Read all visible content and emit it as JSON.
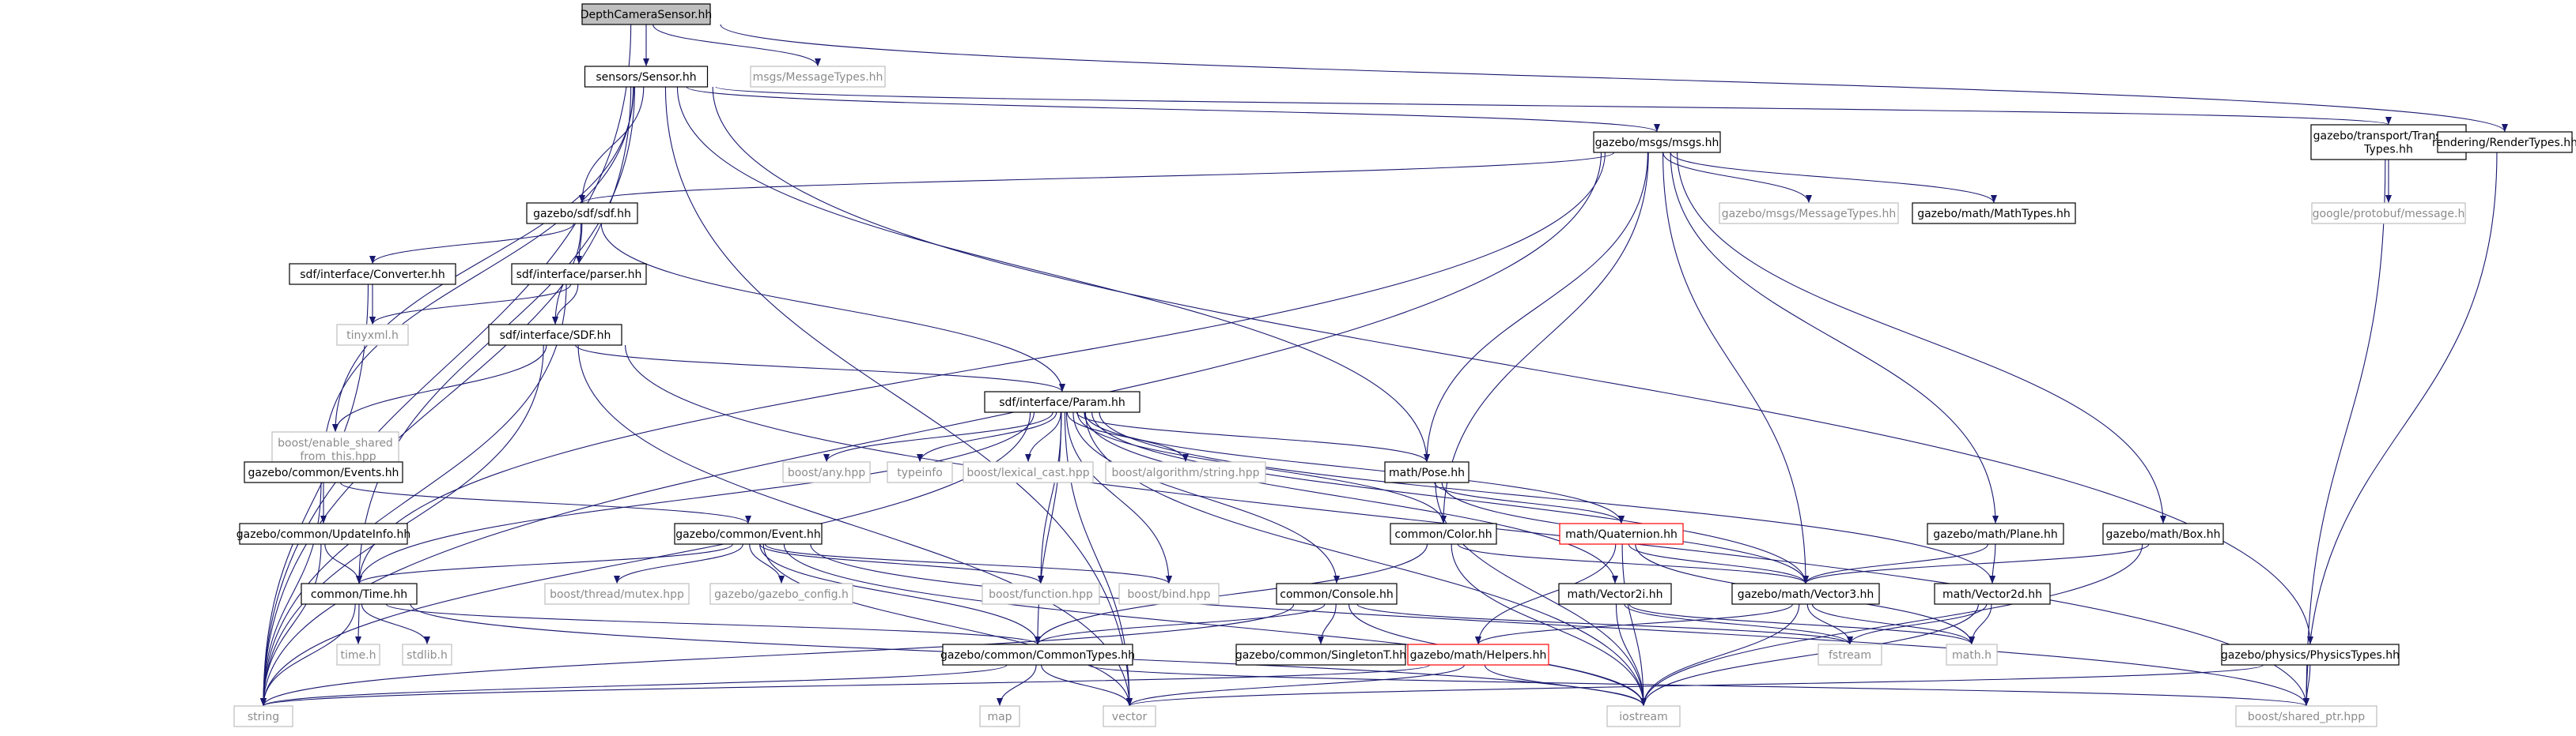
{
  "graph": {
    "edge_color": "#191970",
    "node_border_known": "#000000",
    "node_border_unknown": "#bfbfbf",
    "node_border_truncated": "#ff0000",
    "root_fill": "#bfbfbf",
    "text_color_known": "#000000",
    "text_color_unknown": "#8c8c8c",
    "nodes": [
      {
        "id": "depthcam",
        "label": "DepthCameraSensor.hh",
        "kind": "root"
      },
      {
        "id": "sensor",
        "label": "sensors/Sensor.hh",
        "kind": "known"
      },
      {
        "id": "msgtypes1",
        "label": "msgs/MessageTypes.hh",
        "kind": "unknown"
      },
      {
        "id": "msgs",
        "label": "gazebo/msgs/msgs.hh",
        "kind": "known"
      },
      {
        "id": "transport",
        "label": "gazebo/transport/Transport\nTypes.hh",
        "kind": "known"
      },
      {
        "id": "render",
        "label": "rendering/RenderTypes.hh",
        "kind": "known"
      },
      {
        "id": "sdf",
        "label": "gazebo/sdf/sdf.hh",
        "kind": "known"
      },
      {
        "id": "msgtypes2",
        "label": "gazebo/msgs/MessageTypes.hh",
        "kind": "unknown"
      },
      {
        "id": "mathtypes",
        "label": "gazebo/math/MathTypes.hh",
        "kind": "known"
      },
      {
        "id": "protobuf",
        "label": "google/protobuf/message.h",
        "kind": "unknown"
      },
      {
        "id": "converter",
        "label": "sdf/interface/Converter.hh",
        "kind": "known"
      },
      {
        "id": "parser",
        "label": "sdf/interface/parser.hh",
        "kind": "known"
      },
      {
        "id": "tinyxml",
        "label": "tinyxml.h",
        "kind": "unknown"
      },
      {
        "id": "sdfhh",
        "label": "sdf/interface/SDF.hh",
        "kind": "known"
      },
      {
        "id": "enableshared",
        "label": "boost/enable_shared\n_from_this.hpp",
        "kind": "unknown"
      },
      {
        "id": "param",
        "label": "sdf/interface/Param.hh",
        "kind": "known"
      },
      {
        "id": "events",
        "label": "gazebo/common/Events.hh",
        "kind": "known"
      },
      {
        "id": "anyhpp",
        "label": "boost/any.hpp",
        "kind": "unknown"
      },
      {
        "id": "typeinfo",
        "label": "typeinfo",
        "kind": "unknown"
      },
      {
        "id": "lexical",
        "label": "boost/lexical_cast.hpp",
        "kind": "unknown"
      },
      {
        "id": "algstring",
        "label": "boost/algorithm/string.hpp",
        "kind": "unknown"
      },
      {
        "id": "pose",
        "label": "math/Pose.hh",
        "kind": "known"
      },
      {
        "id": "updateinfo",
        "label": "gazebo/common/UpdateInfo.hh",
        "kind": "known"
      },
      {
        "id": "event",
        "label": "gazebo/common/Event.hh",
        "kind": "known"
      },
      {
        "id": "color",
        "label": "common/Color.hh",
        "kind": "known"
      },
      {
        "id": "quat",
        "label": "math/Quaternion.hh",
        "kind": "truncated"
      },
      {
        "id": "plane",
        "label": "gazebo/math/Plane.hh",
        "kind": "known"
      },
      {
        "id": "box",
        "label": "gazebo/math/Box.hh",
        "kind": "known"
      },
      {
        "id": "time",
        "label": "common/Time.hh",
        "kind": "known"
      },
      {
        "id": "mutex",
        "label": "boost/thread/mutex.hpp",
        "kind": "unknown"
      },
      {
        "id": "gzconfig",
        "label": "gazebo/gazebo_config.h",
        "kind": "unknown"
      },
      {
        "id": "function",
        "label": "boost/function.hpp",
        "kind": "unknown"
      },
      {
        "id": "bind",
        "label": "boost/bind.hpp",
        "kind": "unknown"
      },
      {
        "id": "console",
        "label": "common/Console.hh",
        "kind": "known"
      },
      {
        "id": "vector2i",
        "label": "math/Vector2i.hh",
        "kind": "known"
      },
      {
        "id": "vector3",
        "label": "gazebo/math/Vector3.hh",
        "kind": "known"
      },
      {
        "id": "vector2d",
        "label": "math/Vector2d.hh",
        "kind": "known"
      },
      {
        "id": "timeh",
        "label": "time.h",
        "kind": "unknown"
      },
      {
        "id": "stdlib",
        "label": "stdlib.h",
        "kind": "unknown"
      },
      {
        "id": "commontypes",
        "label": "gazebo/common/CommonTypes.hh",
        "kind": "known"
      },
      {
        "id": "singleton",
        "label": "gazebo/common/SingletonT.hh",
        "kind": "known"
      },
      {
        "id": "helpers",
        "label": "gazebo/math/Helpers.hh",
        "kind": "truncated"
      },
      {
        "id": "fstream",
        "label": "fstream",
        "kind": "unknown"
      },
      {
        "id": "mathh",
        "label": "math.h",
        "kind": "unknown"
      },
      {
        "id": "physics",
        "label": "gazebo/physics/PhysicsTypes.hh",
        "kind": "known"
      },
      {
        "id": "string",
        "label": "string",
        "kind": "unknown"
      },
      {
        "id": "map",
        "label": "map",
        "kind": "unknown"
      },
      {
        "id": "vector",
        "label": "vector",
        "kind": "unknown"
      },
      {
        "id": "iostream",
        "label": "iostream",
        "kind": "unknown"
      },
      {
        "id": "sharedptr",
        "label": "boost/shared_ptr.hpp",
        "kind": "unknown"
      }
    ],
    "edges": [
      [
        "depthcam",
        "sensor"
      ],
      [
        "depthcam",
        "msgtypes1"
      ],
      [
        "depthcam",
        "string"
      ],
      [
        "depthcam",
        "render"
      ],
      [
        "sensor",
        "sdf"
      ],
      [
        "sensor",
        "msgs"
      ],
      [
        "sensor",
        "transport"
      ],
      [
        "sensor",
        "events"
      ],
      [
        "sensor",
        "time"
      ],
      [
        "sensor",
        "string"
      ],
      [
        "sensor",
        "enableshared"
      ],
      [
        "sensor",
        "pose"
      ],
      [
        "sensor",
        "vector"
      ],
      [
        "sensor",
        "physics"
      ],
      [
        "msgs",
        "msgtypes2"
      ],
      [
        "msgs",
        "mathtypes"
      ],
      [
        "msgs",
        "sdf"
      ],
      [
        "msgs",
        "time"
      ],
      [
        "msgs",
        "color"
      ],
      [
        "msgs",
        "pose"
      ],
      [
        "msgs",
        "vector3"
      ],
      [
        "msgs",
        "plane"
      ],
      [
        "msgs",
        "box"
      ],
      [
        "msgs",
        "string"
      ],
      [
        "transport",
        "protobuf"
      ],
      [
        "transport",
        "sharedptr"
      ],
      [
        "render",
        "sharedptr"
      ],
      [
        "sdf",
        "converter"
      ],
      [
        "sdf",
        "parser"
      ],
      [
        "sdf",
        "sdfhh"
      ],
      [
        "sdf",
        "param"
      ],
      [
        "converter",
        "tinyxml"
      ],
      [
        "converter",
        "string"
      ],
      [
        "parser",
        "tinyxml"
      ],
      [
        "parser",
        "sdfhh"
      ],
      [
        "parser",
        "string"
      ],
      [
        "sdfhh",
        "param"
      ],
      [
        "sdfhh",
        "enableshared"
      ],
      [
        "sdfhh",
        "string"
      ],
      [
        "sdfhh",
        "vector"
      ],
      [
        "sdfhh",
        "sharedptr"
      ],
      [
        "param",
        "anyhpp"
      ],
      [
        "param",
        "typeinfo"
      ],
      [
        "param",
        "lexical"
      ],
      [
        "param",
        "algstring"
      ],
      [
        "param",
        "pose"
      ],
      [
        "param",
        "color"
      ],
      [
        "param",
        "quat"
      ],
      [
        "param",
        "vector3"
      ],
      [
        "param",
        "vector2i"
      ],
      [
        "param",
        "vector2d"
      ],
      [
        "param",
        "console"
      ],
      [
        "param",
        "time"
      ],
      [
        "param",
        "function"
      ],
      [
        "param",
        "bind"
      ],
      [
        "param",
        "string"
      ],
      [
        "param",
        "vector"
      ],
      [
        "param",
        "iostream"
      ],
      [
        "param",
        "commontypes"
      ],
      [
        "events",
        "updateinfo"
      ],
      [
        "events",
        "event"
      ],
      [
        "events",
        "string"
      ],
      [
        "updateinfo",
        "time"
      ],
      [
        "updateinfo",
        "string"
      ],
      [
        "event",
        "time"
      ],
      [
        "event",
        "mutex"
      ],
      [
        "event",
        "gzconfig"
      ],
      [
        "event",
        "function"
      ],
      [
        "event",
        "bind"
      ],
      [
        "event",
        "commontypes"
      ],
      [
        "event",
        "vector"
      ],
      [
        "event",
        "sharedptr"
      ],
      [
        "event",
        "iostream"
      ],
      [
        "pose",
        "quat"
      ],
      [
        "pose",
        "vector3"
      ],
      [
        "pose",
        "iostream"
      ],
      [
        "color",
        "vector3"
      ],
      [
        "color",
        "iostream"
      ],
      [
        "color",
        "commontypes"
      ],
      [
        "quat",
        "helpers"
      ],
      [
        "quat",
        "vector3"
      ],
      [
        "quat",
        "mathh"
      ],
      [
        "quat",
        "iostream"
      ],
      [
        "plane",
        "vector3"
      ],
      [
        "plane",
        "vector2d"
      ],
      [
        "box",
        "vector3"
      ],
      [
        "box",
        "iostream"
      ],
      [
        "time",
        "timeh"
      ],
      [
        "time",
        "stdlib"
      ],
      [
        "time",
        "string"
      ],
      [
        "time",
        "commontypes"
      ],
      [
        "time",
        "iostream"
      ],
      [
        "console",
        "commontypes"
      ],
      [
        "console",
        "singleton"
      ],
      [
        "console",
        "iostream"
      ],
      [
        "console",
        "fstream"
      ],
      [
        "console",
        "string"
      ],
      [
        "vector2i",
        "fstream"
      ],
      [
        "vector2i",
        "mathh"
      ],
      [
        "vector2i",
        "iostream"
      ],
      [
        "vector3",
        "helpers"
      ],
      [
        "vector3",
        "fstream"
      ],
      [
        "vector3",
        "mathh"
      ],
      [
        "vector3",
        "iostream"
      ],
      [
        "vector2d",
        "fstream"
      ],
      [
        "vector2d",
        "mathh"
      ],
      [
        "vector2d",
        "iostream"
      ],
      [
        "commontypes",
        "string"
      ],
      [
        "commontypes",
        "map"
      ],
      [
        "commontypes",
        "vector"
      ],
      [
        "commontypes",
        "sharedptr"
      ],
      [
        "helpers",
        "string"
      ],
      [
        "helpers",
        "vector"
      ],
      [
        "helpers",
        "iostream"
      ],
      [
        "physics",
        "vector"
      ],
      [
        "physics",
        "sharedptr"
      ]
    ]
  }
}
